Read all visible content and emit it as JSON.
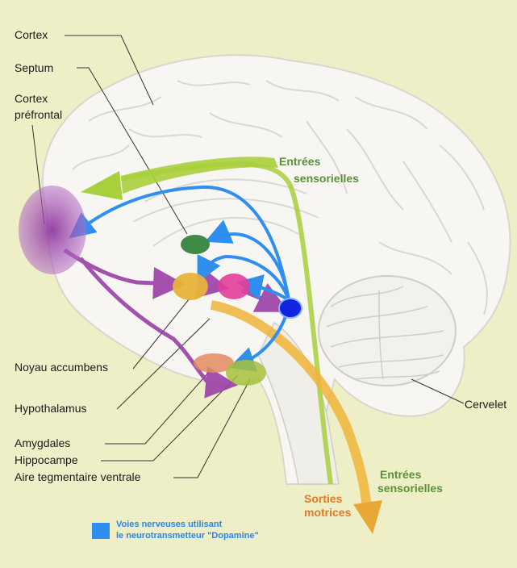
{
  "labels": {
    "cortex": "Cortex",
    "septum": "Septum",
    "cortex_prefrontal_1": "Cortex",
    "cortex_prefrontal_2": "préfrontal",
    "noyau_accumbens": "Noyau accumbens",
    "hypothalamus": "Hypothalamus",
    "amygdales": "Amygdales",
    "hippocampe": "Hippocampe",
    "aire_tegmentaire": "Aire tegmentaire ventrale",
    "cervelet": "Cervelet",
    "entrees_top_1": "Entrées",
    "entrees_top_2": "sensorielles",
    "entrees_bottom_1": "Entrées",
    "entrees_bottom_2": "sensorielles",
    "sorties_1": "Sorties",
    "sorties_2": "motrices"
  },
  "legend": {
    "line1": "Voies nerveuses utilisant",
    "line2": "le neurotransmetteur \"Dopamine\""
  },
  "colors": {
    "background": "#eeefc6",
    "brain": "#f7f6f3",
    "dopamine_blue": "#2f8ff0",
    "green_arrow": "#a8cf3c",
    "yellow_arrow": "#f0b43a",
    "purple": "#9b3fa8"
  }
}
